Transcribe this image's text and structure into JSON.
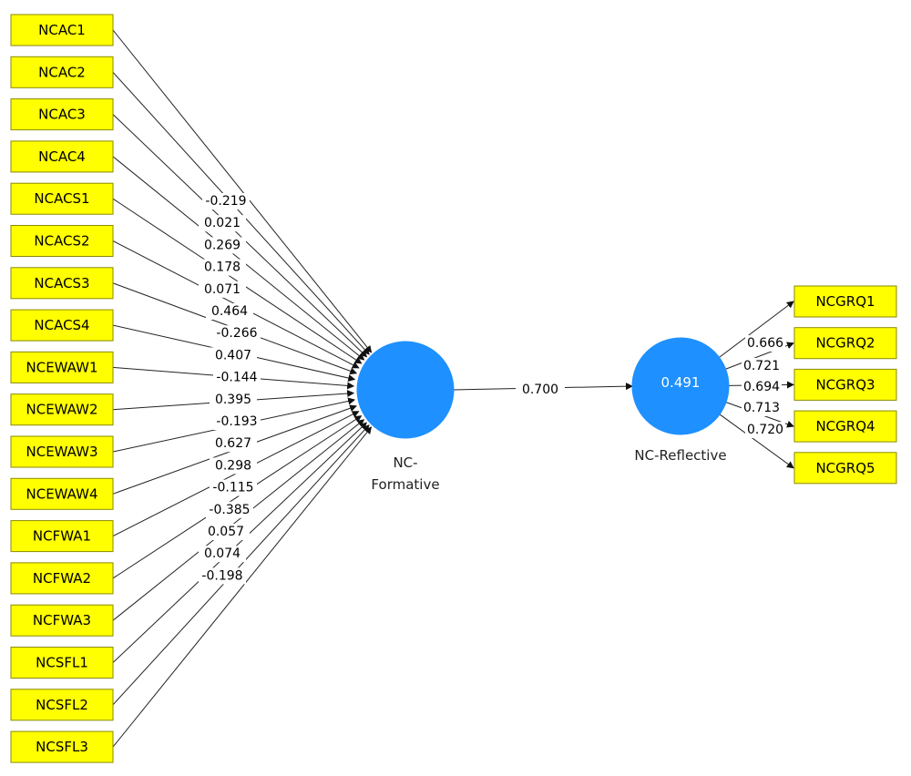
{
  "formative_indicators": [
    {
      "label": "NCAC1",
      "weight": "-0.219"
    },
    {
      "label": "NCAC2",
      "weight": "0.021"
    },
    {
      "label": "NCAC3",
      "weight": "0.269"
    },
    {
      "label": "NCAC4",
      "weight": "0.178"
    },
    {
      "label": "NCACS1",
      "weight": "0.071"
    },
    {
      "label": "NCACS2",
      "weight": "0.464"
    },
    {
      "label": "NCACS3",
      "weight": "-0.266"
    },
    {
      "label": "NCACS4",
      "weight": "0.407"
    },
    {
      "label": "NCEWAW1",
      "weight": "-0.144"
    },
    {
      "label": "NCEWAW2",
      "weight": "0.395"
    },
    {
      "label": "NCEWAW3",
      "weight": "-0.193"
    },
    {
      "label": "NCEWAW4",
      "weight": "0.627"
    },
    {
      "label": "NCFWA1",
      "weight": "0.298"
    },
    {
      "label": "NCFWA2",
      "weight": "-0.115"
    },
    {
      "label": "NCFWA3",
      "weight": "-0.385"
    },
    {
      "label": "NCSFL1",
      "weight": "0.057"
    },
    {
      "label": "NCSFL2",
      "weight": "0.074"
    },
    {
      "label": "NCSFL3",
      "weight": "-0.198"
    }
  ],
  "formative_construct": {
    "label_line1": "NC-",
    "label_line2": "Formative"
  },
  "reflective_construct": {
    "label": "NC-Reflective",
    "r_squared": "0.491"
  },
  "structural_path": {
    "coefficient": "0.700"
  },
  "reflective_indicators": [
    {
      "label": "NCGRQ1",
      "loading": "0.666"
    },
    {
      "label": "NCGRQ2",
      "loading": "0.721"
    },
    {
      "label": "NCGRQ3",
      "loading": "0.694"
    },
    {
      "label": "NCGRQ4",
      "loading": "0.713"
    },
    {
      "label": "NCGRQ5",
      "loading": "0.720"
    }
  ],
  "colors": {
    "indicator_fill": "#ffff00",
    "construct_fill": "#1e90ff",
    "line": "#222222"
  }
}
